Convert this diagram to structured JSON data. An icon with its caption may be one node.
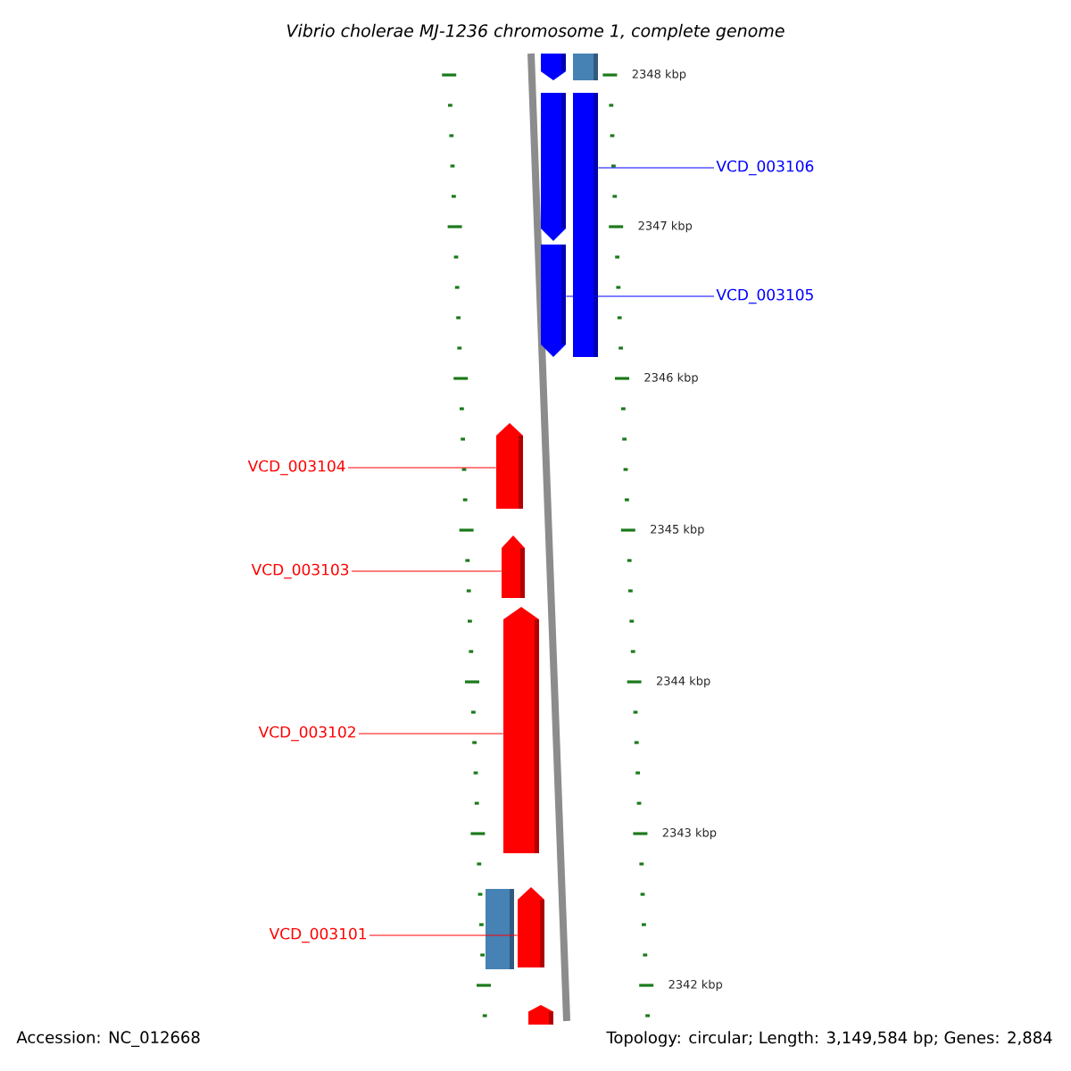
{
  "diagram": {
    "title": "*Vibrio cholerae* MJ-1236 chromosome 1, complete genome",
    "nodes": [
      {
        "text": [],
        "shape": "arrow"
      },
      {
        "text": [],
        "shape": "bar"
      },
      {
        "text": [],
        "shape": "arrow"
      },
      {
        "text": [],
        "shape": "bar"
      },
      {
        "text": [
          "VCD_003106"
        ]
      },
      {
        "text": [],
        "shape": "arrow"
      },
      {
        "text": [
          "VCD_003105"
        ]
      },
      {
        "text": [
          "VCD_003104"
        ]
      },
      {
        "text": [],
        "shape": "arrow"
      },
      {
        "text": [
          "VCD_003103"
        ]
      },
      {
        "text": [],
        "shape": "arrow"
      },
      {
        "text": [
          "VCD_003102"
        ]
      },
      {
        "text": [],
        "shape": "arrow"
      },
      {
        "text": [
          "VCD_003101"
        ]
      },
      {
        "text": [],
        "shape": "bar"
      },
      {
        "text": [],
        "shape": "arrow"
      },
      {
        "text": [],
        "shape": "arrow"
      }
    ],
    "edges": [
      {
        "from": 4,
        "to": 3,
        "arrow": "none",
        "color": "#0000ff"
      },
      {
        "from": 6,
        "to": 5,
        "arrow": "none",
        "color": "#0000ff"
      },
      {
        "from": 7,
        "to": 8,
        "arrow": "none",
        "color": "#ff0000"
      },
      {
        "from": 9,
        "to": 10,
        "arrow": "none",
        "color": "#ff0000"
      },
      {
        "from": 11,
        "to": 12,
        "arrow": "none",
        "color": "#ff0000"
      },
      {
        "from": 13,
        "to": 15,
        "arrow": "none",
        "color": "#ff0000"
      }
    ],
    "labels": [
      "2348 kbp",
      "2347 kbp",
      "2346 kbp",
      "2345 kbp",
      "2344 kbp",
      "2343 kbp",
      "2342 kbp",
      "Accession: NC_012668",
      "Topology: circular; Length: 3,149,584 bp; Genes: 2,884"
    ]
  }
}
